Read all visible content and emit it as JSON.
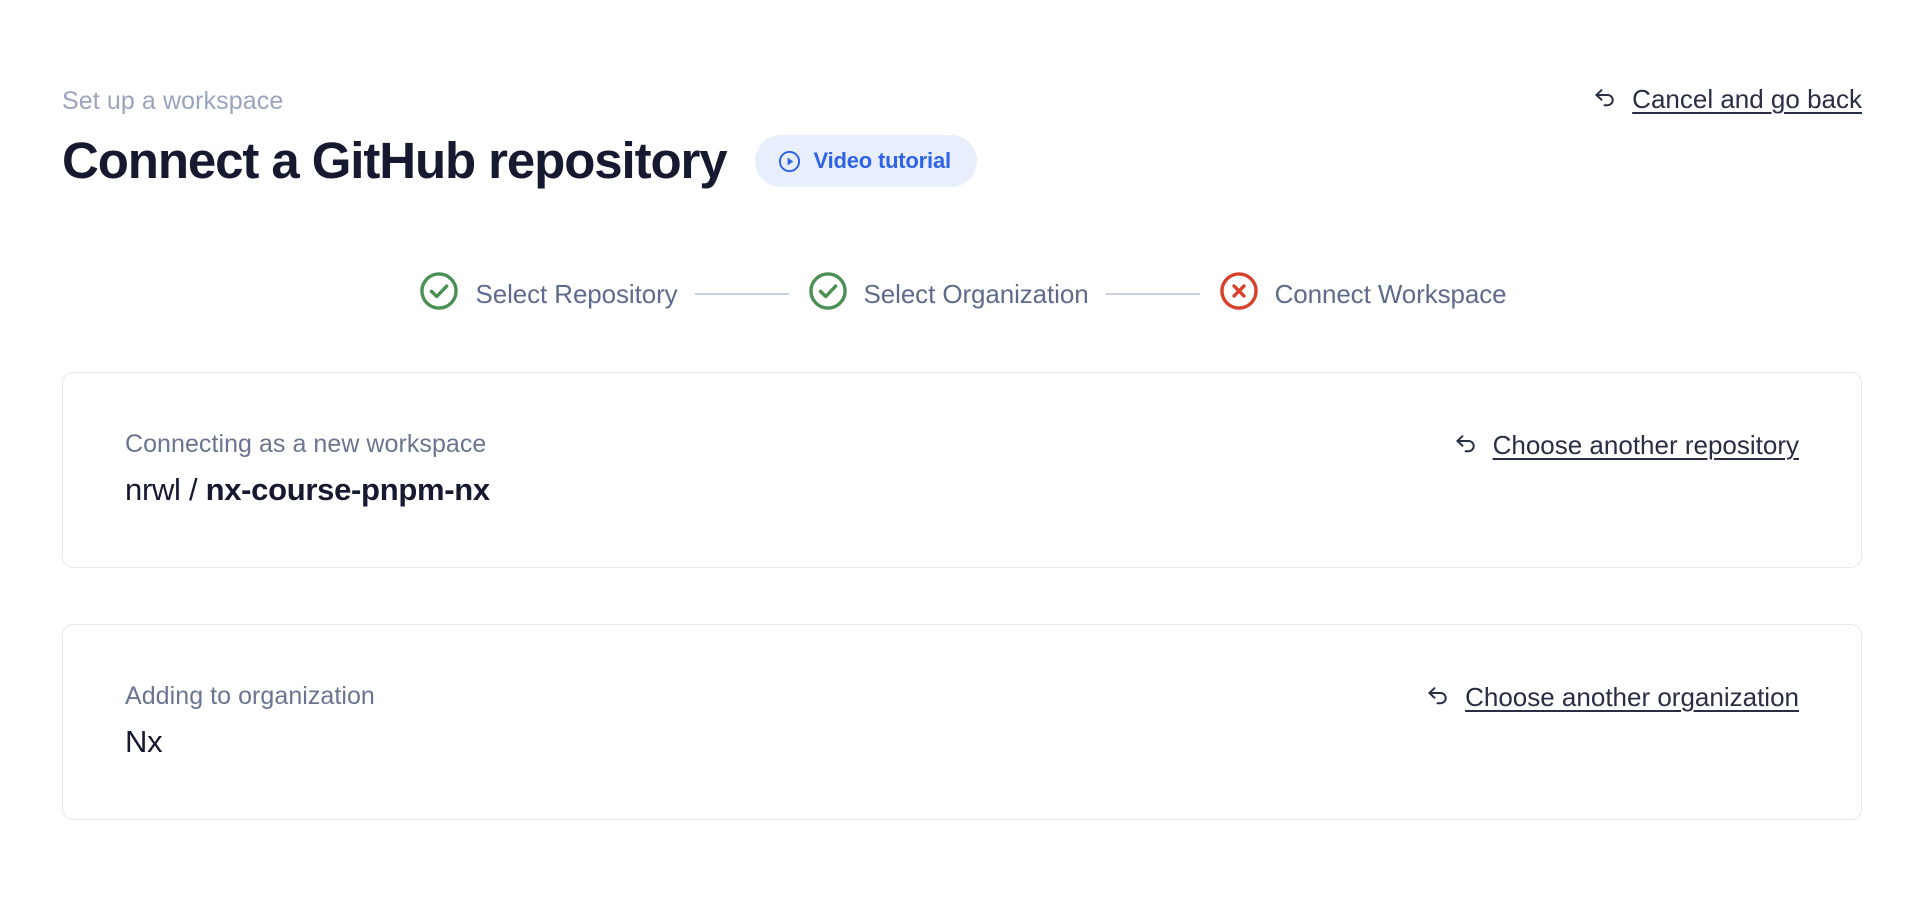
{
  "header": {
    "eyebrow": "Set up a workspace",
    "title": "Connect a GitHub repository",
    "video_badge": {
      "label": "Video tutorial",
      "icon": "play-circle-icon",
      "bg_color": "#e8eefc",
      "text_color": "#2f63e8"
    },
    "cancel_link": {
      "label": "Cancel and go back",
      "icon": "undo-arrow-icon"
    }
  },
  "stepper": {
    "steps": [
      {
        "label": "Select Repository",
        "state": "complete",
        "icon": "check-circle-icon",
        "color": "#4a9055"
      },
      {
        "label": "Select Organization",
        "state": "complete",
        "icon": "check-circle-icon",
        "color": "#4a9055"
      },
      {
        "label": "Connect Workspace",
        "state": "error",
        "icon": "x-circle-icon",
        "color": "#d9402a"
      }
    ],
    "connector_color": "#c9cfe2",
    "label_color": "#5f6b8c"
  },
  "cards": [
    {
      "eyebrow": "Connecting as a new workspace",
      "value_prefix": "nrwl / ",
      "value_strong": "nx-course-pnpm-nx",
      "link": {
        "label": "Choose another repository",
        "icon": "undo-arrow-icon"
      }
    },
    {
      "eyebrow": "Adding to organization",
      "value_prefix": "Nx",
      "value_strong": "",
      "link": {
        "label": "Choose another organization",
        "icon": "undo-arrow-icon"
      }
    }
  ]
}
